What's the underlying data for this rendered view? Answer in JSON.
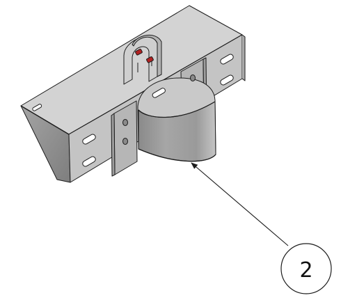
{
  "callout": {
    "label": "2"
  },
  "colors": {
    "line": "#1c1c1c",
    "top_face": "#d3d3d3",
    "front_face": "#c4c4c4",
    "end_face": "#8e8e8e",
    "bracket": "#b6b6b6",
    "clamp_outer": "#9d9d9d",
    "clamp_inner": "#c9c9c9",
    "slot": "#ffffff",
    "bolt_red": "#b22222",
    "callout_fill": "#ffffff"
  },
  "icons": {
    "part": "bracket-with-pipe-clamp-drawing",
    "pointer": "leader-arrow"
  }
}
